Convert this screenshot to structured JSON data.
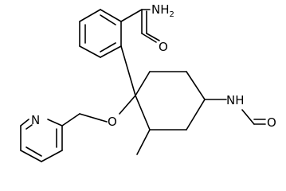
{
  "atoms": {
    "amide_n": {
      "main": "NH",
      "sub": "2"
    },
    "amide_o": "O",
    "ether_o": "O",
    "pyridine_n": "N",
    "formamide_nh": "NH",
    "formyl_o": "O"
  }
}
